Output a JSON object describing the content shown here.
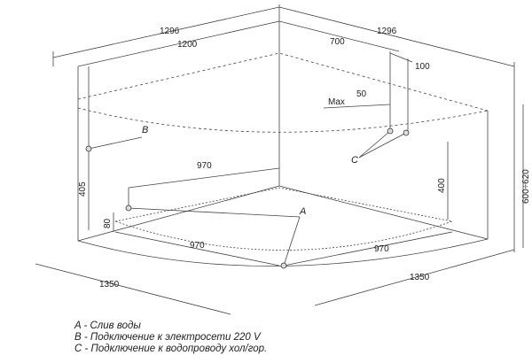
{
  "dimensions": {
    "top_left_outer": "1296",
    "top_left_inner": "1200",
    "top_right_outer": "1296",
    "top_right_offset": "700",
    "right_offset": "100",
    "max_label": "Max",
    "max_value": "50",
    "mid_left": "970",
    "bottom_left": "970",
    "bottom_right": "970",
    "floor_left": "1350",
    "floor_right": "1350",
    "height_left": "405",
    "height_left_small": "80",
    "height_right": "400",
    "height_total": "600÷620"
  },
  "callouts": {
    "a": "A",
    "b": "B",
    "c": "C"
  },
  "legend": [
    "A - Слив воды",
    "B - Подключение к электросети 220 V",
    "C - Подключение к водопроводу хол/гор."
  ]
}
